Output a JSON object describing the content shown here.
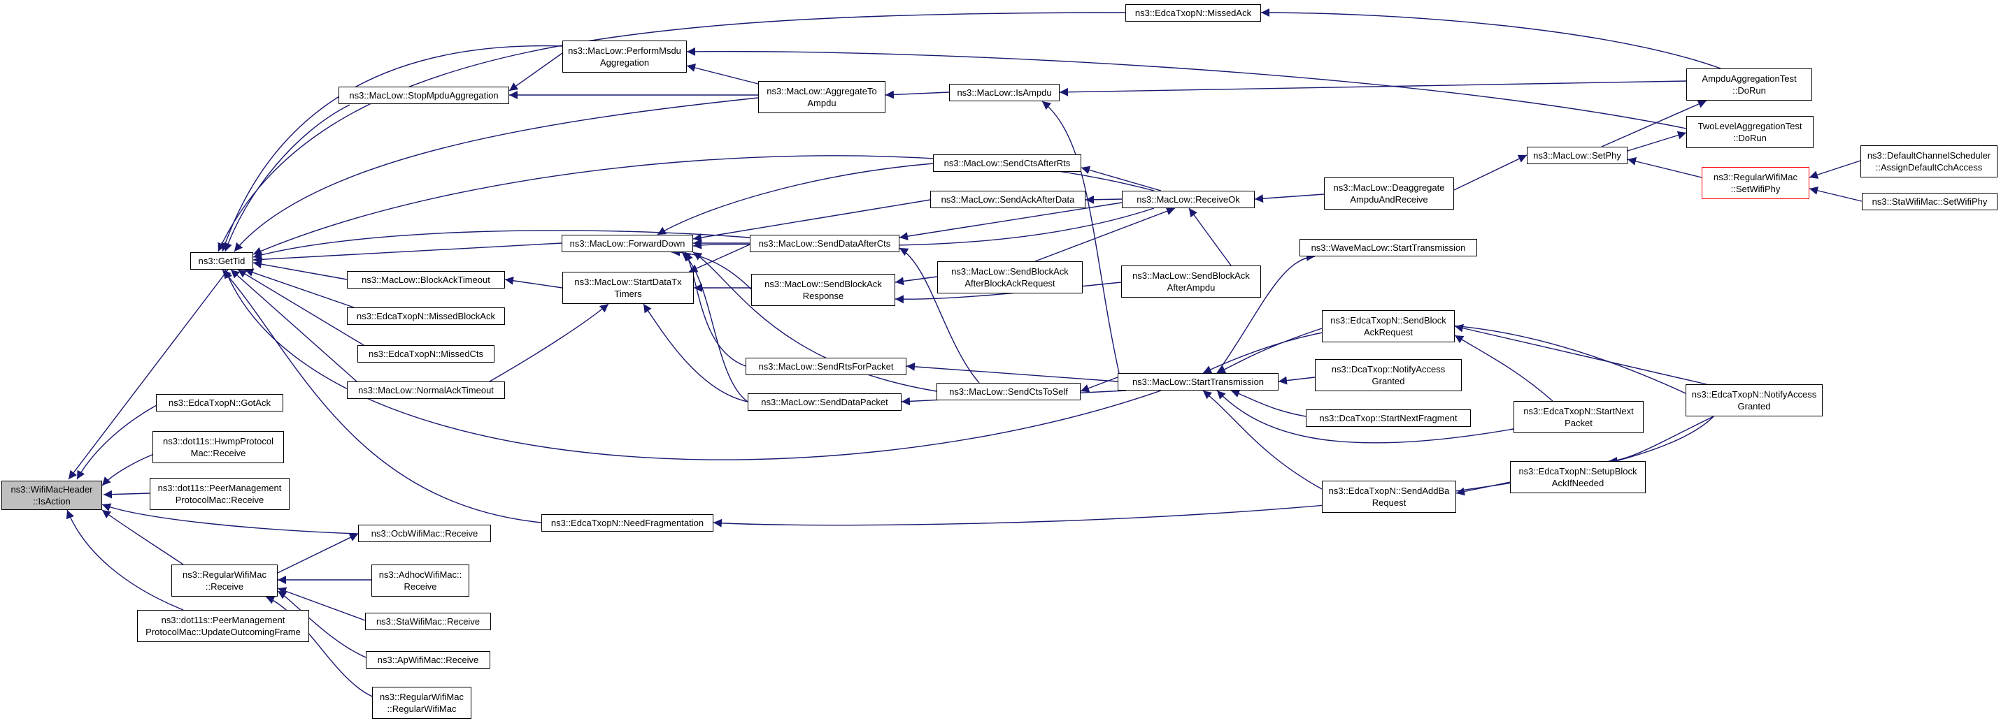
{
  "graph": {
    "nodes": {
      "n0": {
        "lines": [
          "ns3::WifiMacHeader",
          "::IsAction"
        ]
      },
      "n1": {
        "lines": [
          "ns3::GetTid"
        ]
      },
      "n2": {
        "lines": [
          "ns3::EdcaTxopN::GotAck"
        ]
      },
      "n3": {
        "lines": [
          "ns3::dot11s::HwmpProtocol",
          "Mac::Receive"
        ]
      },
      "n4": {
        "lines": [
          "ns3::dot11s::PeerManagement",
          "ProtocolMac::Receive"
        ]
      },
      "n5": {
        "lines": [
          "ns3::OcbWifiMac::Receive"
        ]
      },
      "n6": {
        "lines": [
          "ns3::RegularWifiMac",
          "::Receive"
        ]
      },
      "n7": {
        "lines": [
          "ns3::dot11s::PeerManagement",
          "ProtocolMac::UpdateOutcomingFrame"
        ]
      },
      "n8": {
        "lines": [
          "ns3::MacLow::StopMpduAggregation"
        ]
      },
      "n9": {
        "lines": [
          "ns3::MacLow::PerformMsdu",
          "Aggregation"
        ]
      },
      "n10": {
        "lines": [
          "ns3::EdcaTxopN::MissedAck"
        ]
      },
      "n11": {
        "lines": [
          "ns3::MacLow::AggregateTo",
          "Ampdu"
        ]
      },
      "n12": {
        "lines": [
          "ns3::MacLow::IsAmpdu"
        ]
      },
      "n13": {
        "lines": [
          "AmpduAggregationTest",
          "::DoRun"
        ]
      },
      "n14": {
        "lines": [
          "TwoLevelAggregationTest",
          "::DoRun"
        ]
      },
      "n15": {
        "lines": [
          "ns3::MacLow::SetPhy"
        ]
      },
      "n16": {
        "lines": [
          "ns3::RegularWifiMac",
          "::SetWifiPhy"
        ]
      },
      "n17": {
        "lines": [
          "ns3::DefaultChannelScheduler",
          "::AssignDefaultCchAccess"
        ]
      },
      "n18": {
        "lines": [
          "ns3::StaWifiMac::SetWifiPhy"
        ]
      },
      "n19": {
        "lines": [
          "ns3::MacLow::ForwardDown"
        ]
      },
      "n20": {
        "lines": [
          "ns3::MacLow::SendCtsAfterRts"
        ]
      },
      "n21": {
        "lines": [
          "ns3::MacLow::SendAckAfterData"
        ]
      },
      "n22": {
        "lines": [
          "ns3::MacLow::SendDataAfterCts"
        ]
      },
      "n23": {
        "lines": [
          "ns3::MacLow::ReceiveOk"
        ]
      },
      "n24": {
        "lines": [
          "ns3::MacLow::Deaggregate",
          "AmpduAndReceive"
        ]
      },
      "n25": {
        "lines": [
          "ns3::MacLow::BlockAckTimeout"
        ]
      },
      "n26": {
        "lines": [
          "ns3::MacLow::StartDataTx",
          "Timers"
        ]
      },
      "n27": {
        "lines": [
          "ns3::MacLow::SendBlockAck",
          "Response"
        ]
      },
      "n28": {
        "lines": [
          "ns3::MacLow::SendBlockAck",
          "AfterBlockAckRequest"
        ]
      },
      "n29": {
        "lines": [
          "ns3::MacLow::SendBlockAck",
          "AfterAmpdu"
        ]
      },
      "n30": {
        "lines": [
          "ns3::WaveMacLow::StartTransmission"
        ]
      },
      "n31": {
        "lines": [
          "ns3::EdcaTxopN::MissedBlockAck"
        ]
      },
      "n32": {
        "lines": [
          "ns3::EdcaTxopN::MissedCts"
        ]
      },
      "n33": {
        "lines": [
          "ns3::MacLow::NormalAckTimeout"
        ]
      },
      "n34": {
        "lines": [
          "ns3::MacLow::SendRtsForPacket"
        ]
      },
      "n35": {
        "lines": [
          "ns3::MacLow::SendCtsToSelf"
        ]
      },
      "n36": {
        "lines": [
          "ns3::MacLow::SendDataPacket"
        ]
      },
      "n37": {
        "lines": [
          "ns3::MacLow::StartTransmission"
        ]
      },
      "n38": {
        "lines": [
          "ns3::EdcaTxopN::SendBlock",
          "AckRequest"
        ]
      },
      "n39": {
        "lines": [
          "ns3::DcaTxop::NotifyAccess",
          "Granted"
        ]
      },
      "n40": {
        "lines": [
          "ns3::DcaTxop::StartNextFragment"
        ]
      },
      "n41": {
        "lines": [
          "ns3::EdcaTxopN::StartNext",
          "Packet"
        ]
      },
      "n42": {
        "lines": [
          "ns3::EdcaTxopN::NotifyAccess",
          "Granted"
        ]
      },
      "n43": {
        "lines": [
          "ns3::EdcaTxopN::SendAddBa",
          "Request"
        ]
      },
      "n44": {
        "lines": [
          "ns3::EdcaTxopN::SetupBlock",
          "AckIfNeeded"
        ]
      },
      "n45": {
        "lines": [
          "ns3::EdcaTxopN::NeedFragmentation"
        ]
      },
      "n46": {
        "lines": [
          "ns3::AdhocWifiMac::",
          "Receive"
        ]
      },
      "n47": {
        "lines": [
          "ns3::StaWifiMac::Receive"
        ]
      },
      "n48": {
        "lines": [
          "ns3::ApWifiMac::Receive"
        ]
      },
      "n49": {
        "lines": [
          "ns3::RegularWifiMac",
          "::RegularWifiMac"
        ]
      }
    },
    "colors": {
      "edge": "#191970",
      "root_fill": "#bfbfbf",
      "highlight_border": "#ff0000"
    }
  }
}
